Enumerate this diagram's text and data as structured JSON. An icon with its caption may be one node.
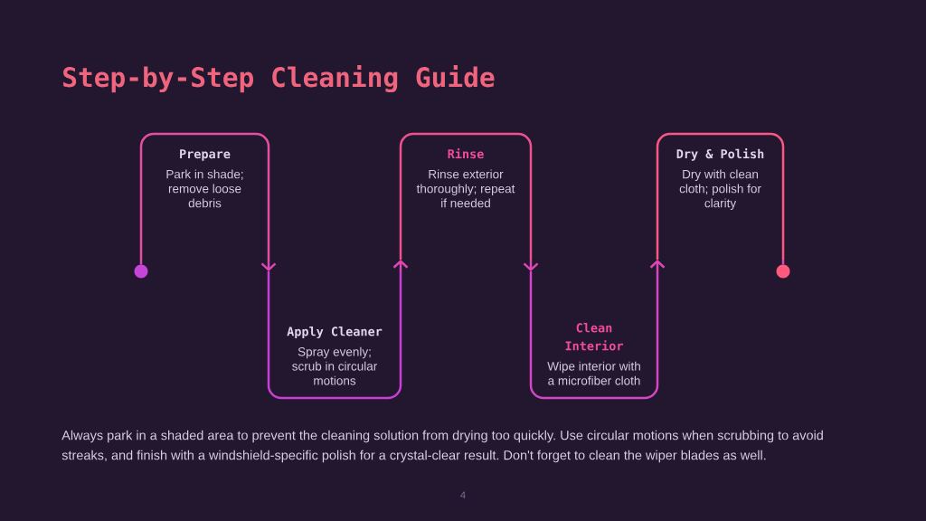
{
  "diagram": {
    "title": "Step-by-Step Cleaning Guide",
    "nodes": [
      {
        "text": [],
        "shape": "circle"
      },
      {
        "text": [
          "Prepare",
          "Park in shade; remove loose debris"
        ]
      },
      {
        "text": [
          "Apply Cleaner",
          "Spray evenly; scrub in circular motions"
        ]
      },
      {
        "text": [
          "Rinse",
          "Rinse exterior thoroughly; repeat if needed"
        ]
      },
      {
        "text": [
          "Clean Interior",
          "Wipe interior with a microfiber cloth"
        ]
      },
      {
        "text": [
          "Dry & Polish",
          "Dry with clean cloth; polish for clarity"
        ]
      },
      {
        "text": [],
        "shape": "circle"
      }
    ],
    "edges": [
      {
        "from": 0,
        "to": 1,
        "arrow": "none"
      },
      {
        "from": 1,
        "to": 2,
        "arrow": "to"
      },
      {
        "from": 2,
        "to": 3,
        "arrow": "to"
      },
      {
        "from": 3,
        "to": 4,
        "arrow": "to"
      },
      {
        "from": 4,
        "to": 5,
        "arrow": "to"
      },
      {
        "from": 5,
        "to": 6,
        "arrow": "none"
      }
    ],
    "labels": [
      "Always park in a shaded area to prevent the cleaning solution from drying too quickly. Use circular motions when scrubbing to avoid streaks, and finish with a windshield-specific polish for a crystal-clear result. Don't forget to clean the wiper blades as well.",
      "4"
    ]
  }
}
